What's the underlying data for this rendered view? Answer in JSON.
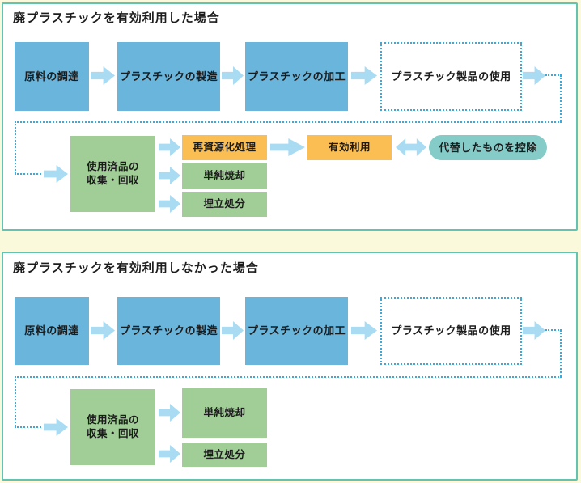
{
  "panels": [
    {
      "title": "廃プラスチックを有効利用した場合",
      "steps": [
        "原料の調達",
        "プラスチックの製造",
        "プラスチックの加工"
      ],
      "use_step": "プラスチック製品の使用",
      "collect": {
        "line1": "使用済品の",
        "line2": "収集・回収"
      },
      "branches": [
        "再資源化処理",
        "単純焼却",
        "埋立処分"
      ],
      "effective_use": "有効利用",
      "substitution": "代替したものを控除"
    },
    {
      "title": "廃プラスチックを有効利用しなかった場合",
      "steps": [
        "原料の調達",
        "プラスチックの製造",
        "プラスチックの加工"
      ],
      "use_step": "プラスチック製品の使用",
      "collect": {
        "line1": "使用済品の",
        "line2": "収集・回収"
      },
      "branches": [
        "単純焼却",
        "埋立処分"
      ]
    }
  ],
  "colors": {
    "process_blue": "#69B5DC",
    "green": "#A0CE96",
    "orange": "#FBBE53",
    "teal_pill": "#85CCC9",
    "arrow": "#A9DBF2",
    "dotted": "#3AA9DC",
    "panel_border": "#63C3AE",
    "page_bg": "#FBF9DC",
    "text": "#1C1C1C"
  }
}
